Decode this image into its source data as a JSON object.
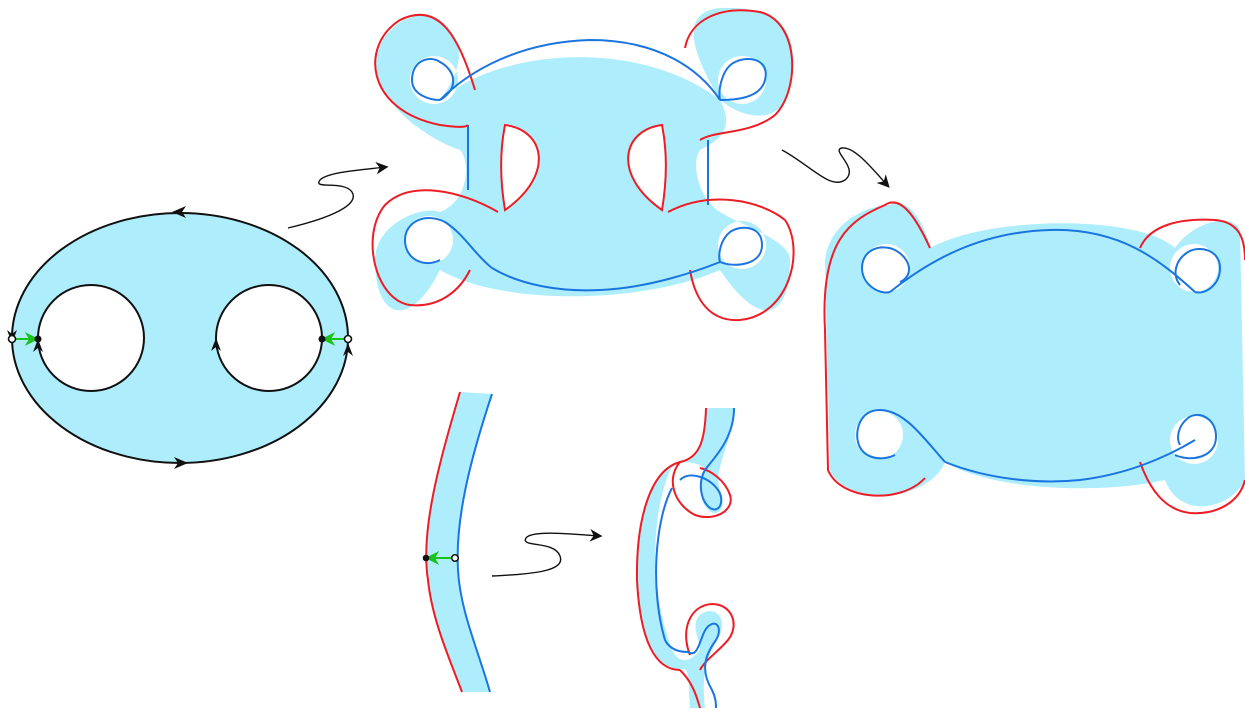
{
  "colors": {
    "fill": "#aeeefc",
    "red": "#ee1c24",
    "blue": "#1a75e0",
    "black": "#111111",
    "green": "#19c319",
    "background": "#ffffff"
  },
  "icons": [
    "arrowhead",
    "squiggle-arrow",
    "open-point",
    "filled-point",
    "green-arrow"
  ]
}
